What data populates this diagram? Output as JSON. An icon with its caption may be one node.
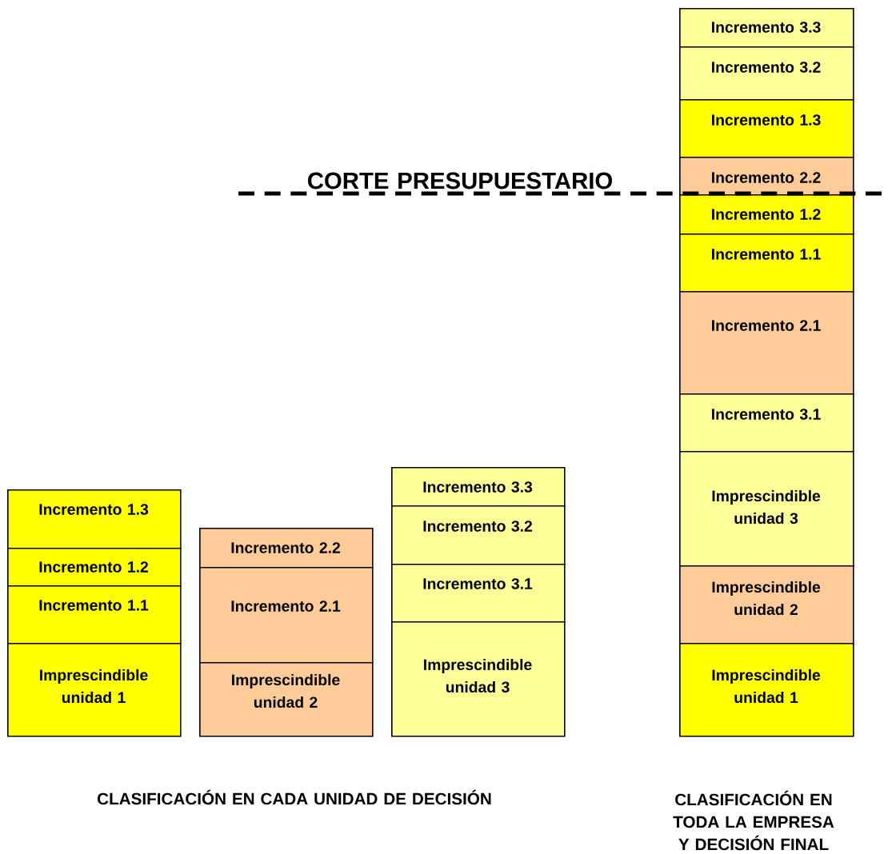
{
  "diagram": {
    "nodes": [
      {
        "text": [
          "Incremento 1.3"
        ]
      },
      {
        "text": [
          "Incremento 1.2"
        ]
      },
      {
        "text": [
          "Incremento 1.1"
        ]
      },
      {
        "text": [
          "Imprescindible unidad 1"
        ]
      },
      {
        "text": [
          "Incremento 2.2"
        ]
      },
      {
        "text": [
          "Incremento 2.1"
        ]
      },
      {
        "text": [
          "Imprescindible unidad 2"
        ]
      },
      {
        "text": [
          "Incremento 3.3"
        ]
      },
      {
        "text": [
          "Incremento 3.2"
        ]
      },
      {
        "text": [
          "Incremento 3.1"
        ]
      },
      {
        "text": [
          "Imprescindible unidad 3"
        ]
      },
      {
        "text": [
          "Incremento 3.3"
        ]
      },
      {
        "text": [
          "Incremento 3.2"
        ]
      },
      {
        "text": [
          "Incremento 1.3"
        ]
      },
      {
        "text": [
          "Incremento 2.2"
        ]
      },
      {
        "text": [
          "Incremento 1.2"
        ]
      },
      {
        "text": [
          "Incremento 1.1"
        ]
      },
      {
        "text": [
          "Incremento 2.1"
        ]
      },
      {
        "text": [
          "Incremento 3.1"
        ]
      },
      {
        "text": [
          "Imprescindible unidad 3"
        ]
      },
      {
        "text": [
          "Imprescindible unidad 2"
        ]
      },
      {
        "text": [
          "Imprescindible unidad 1"
        ]
      }
    ],
    "labels": [
      "CORTE PRESUPUESTARIO",
      "CLASIFICACIÓN EN CADA UNIDAD DE DECISIÓN",
      "CLASIFICACIÓN EN TODA LA EMPRESA Y DECISIÓN FINAL"
    ]
  }
}
